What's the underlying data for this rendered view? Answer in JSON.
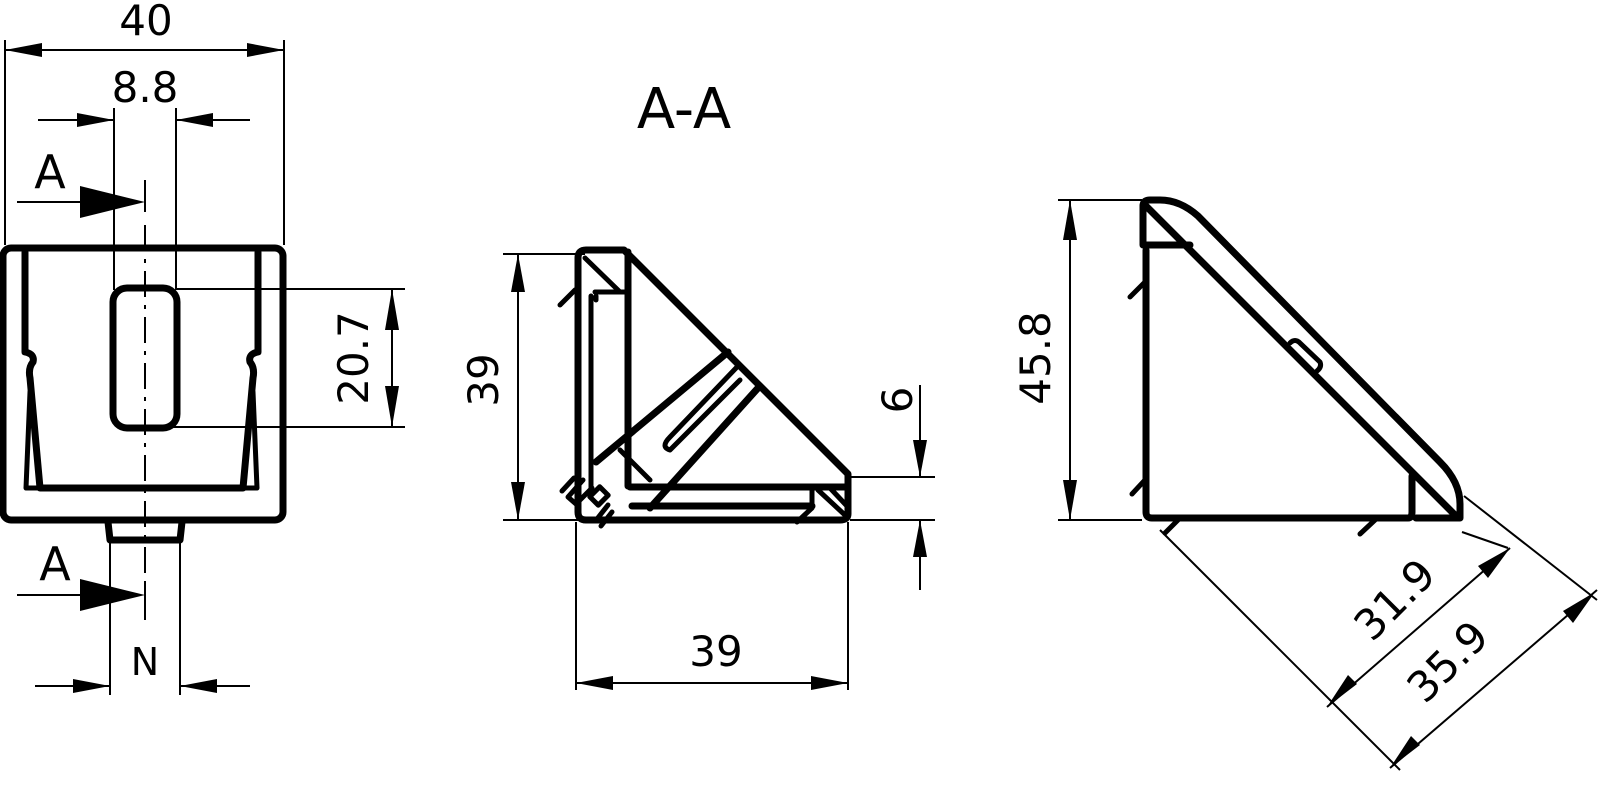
{
  "drawing": {
    "title": "A-A",
    "section_marker": "A",
    "views": {
      "front": {
        "dims": {
          "overall_width": "40",
          "slot_width": "8.8",
          "slot_height": "20.7",
          "nut_width": "N"
        }
      },
      "section": {
        "dims": {
          "height": "39",
          "width": "39",
          "base_thickness": "6"
        }
      },
      "side": {
        "dims": {
          "height": "45.8",
          "diag_inner": "31.9",
          "diag_outer": "35.9"
        }
      }
    }
  },
  "colors": {
    "line": "#000000",
    "background": "#ffffff"
  }
}
